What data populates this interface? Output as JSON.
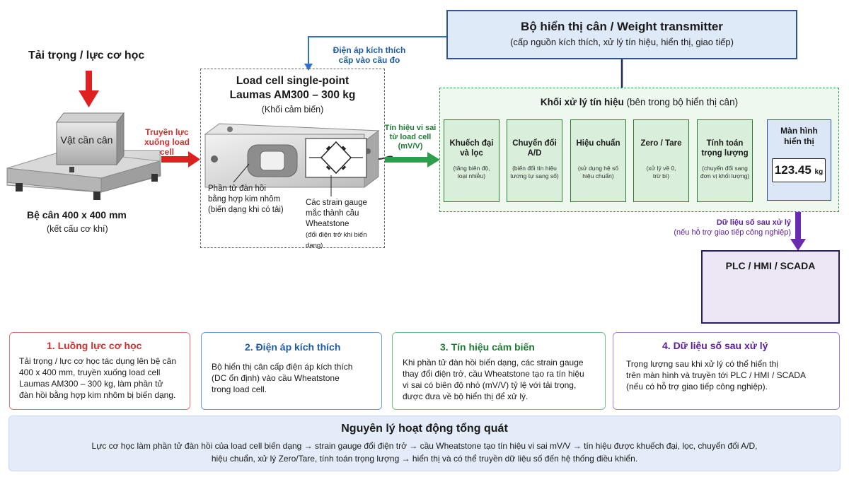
{
  "transmitter": {
    "title": "Bộ hiển thị cân / Weight transmitter",
    "subtitle": "(cấp nguồn kích thích, xử lý tín hiệu, hiển thị, giao tiếp)"
  },
  "excitation_label": [
    "Điện áp kích thích",
    "cấp vào cầu đo"
  ],
  "load": {
    "label": "Tải trọng / lực cơ học",
    "object": "Vật cần cân",
    "arrow_label": [
      "Truyền lực",
      "xuống load cell"
    ]
  },
  "platform": {
    "title": "Bệ cân 400 x 400 mm",
    "subtitle": "(kết cấu cơ khí)"
  },
  "loadcell": {
    "title_line1": "Load cell single-point",
    "title_line2": "Laumas AM300 – 300 kg",
    "subtitle": "(Khối cảm biến)",
    "elastic_note": [
      "Phần tử đàn hồi",
      "bằng hợp kim nhôm",
      "(biến dạng khi có tải)"
    ],
    "gauge_note": [
      "Các strain gauge",
      "mắc thành cầu",
      "Wheatstone"
    ],
    "gauge_note_small": "(đổi điện trở khi biến dạng)"
  },
  "signal_label": [
    "Tín hiệu vi sai",
    "từ load cell",
    "(mV/V)"
  ],
  "processing": {
    "title_bold": "Khối xử lý tín hiệu",
    "title_rest": " (bên trong bộ hiển thị cân)",
    "steps": [
      {
        "title": [
          "Khuếch đại",
          "và lọc"
        ],
        "sub": [
          "(tăng biên độ,",
          "loại nhiễu)"
        ]
      },
      {
        "title": [
          "Chuyển đổi",
          "A/D"
        ],
        "sub": [
          "(biến đổi tín hiệu",
          "tương tự sang số)"
        ]
      },
      {
        "title": [
          "Hiệu chuẩn"
        ],
        "sub": [
          "(sử dụng hệ số",
          "hiệu chuẩn)"
        ]
      },
      {
        "title": [
          "Zero / Tare"
        ],
        "sub": [
          "(xử lý về 0,",
          "trừ bì)"
        ]
      },
      {
        "title": [
          "Tính toán",
          "trọng lượng"
        ],
        "sub": [
          "(chuyển đổi sang",
          "đơn vị khối lượng)"
        ]
      }
    ],
    "display": {
      "title": [
        "Màn hình",
        "hiển thị"
      ],
      "value": "123.45",
      "unit": "kg"
    }
  },
  "digital_label": [
    "Dữ liệu số sau xử lý",
    "(nếu hỗ trợ giao tiếp công nghiệp)"
  ],
  "plc": {
    "title": "PLC / HMI / SCADA"
  },
  "cards": [
    {
      "title": "1. Luồng lực cơ học",
      "color": "#e53935",
      "body": [
        "Tải trọng / lực cơ học tác dụng lên bệ cân",
        "400 x 400 mm, truyền xuống load cell",
        "Laumas AM300 – 300 kg, làm phần tử",
        "đàn hồi bằng hợp kim nhôm bị biến dạng."
      ]
    },
    {
      "title": "2. Điện áp kích thích",
      "color": "#2f6fd0",
      "body": [
        "Bộ hiển thị cân cấp điện áp kích thích",
        "(DC ổn định) vào cầu Wheatstone",
        "trong load cell."
      ]
    },
    {
      "title": "3. Tín hiệu cảm biến",
      "color": "#2e9e4c",
      "body": [
        "Khi phần tử đàn hồi biến dạng, các strain gauge",
        "thay đổi điện trở, cầu Wheatstone tạo ra tín hiệu",
        "vi sai có biên độ nhỏ (mV/V) tỷ lệ với tải trọng,",
        "được đưa về bộ hiển thị để xử lý."
      ]
    },
    {
      "title": "4. Dữ liệu số sau xử lý",
      "color": "#6a2bb0",
      "body": [
        "Trọng lượng sau khi xử lý có thể hiển thị",
        "trên màn hình và truyền tới PLC / HMI / SCADA",
        "(nếu có hỗ trợ giao tiếp công nghiệp)."
      ]
    }
  ],
  "summary": {
    "title": "Nguyên lý hoạt động tổng quát",
    "line1": "Lực cơ học làm phần tử đàn hồi của load cell biến dạng → strain gauge đổi điện trở → cầu Wheatstone tạo tín hiệu vi sai mV/V → tín hiệu được khuếch đại, lọc, chuyển đổi A/D,",
    "line2": "hiệu chuẩn, xử lý Zero/Tare, tính toán trọng lượng → hiển thị và có thể truyền dữ liệu số đến hệ thống điều khiển."
  }
}
